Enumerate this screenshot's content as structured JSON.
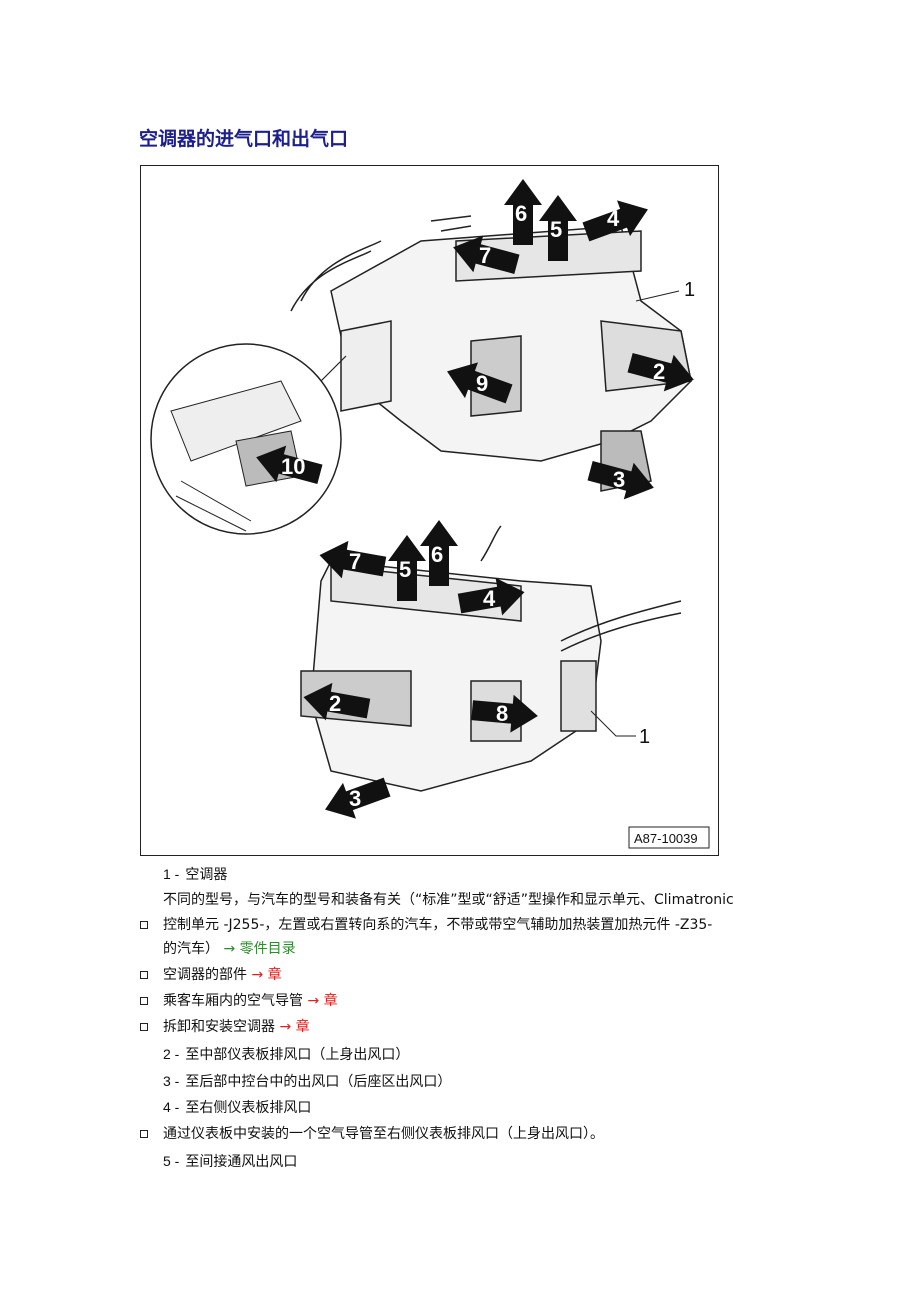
{
  "title": "空调器的进气口和出气口",
  "figure": {
    "code": "A87-10039",
    "top_unit": {
      "arrow_6": "6",
      "arrow_5": "5",
      "arrow_4": "4",
      "arrow_7": "7",
      "callout_1": "1",
      "arrow_2": "2",
      "arrow_9": "9",
      "arrow_10": "10",
      "arrow_3": "3"
    },
    "bottom_unit": {
      "arrow_7": "7",
      "arrow_5": "5",
      "arrow_6": "6",
      "arrow_4": "4",
      "arrow_2": "2",
      "arrow_8": "8",
      "callout_1": "1",
      "arrow_3": "3"
    }
  },
  "items": [
    {
      "num": "1 -",
      "text": "空调器"
    },
    {
      "line1": "不同的型号，与汽车的型号和装备有关（“标准”型或“舒适”型操作和显示单元、Climatronic",
      "line2": "控制单元 -J255-，左置或右置转向系的汽车，不带或带空气辅助加热装置加热元件 -Z35-",
      "line3": "的汽车）",
      "link": "→ 零件目录"
    },
    {
      "text": "空调器的部件",
      "link": "→ 章"
    },
    {
      "text": "乘客车厢内的空气导管",
      "link": "→ 章"
    },
    {
      "text": "拆卸和安装空调器",
      "link": "→ 章"
    },
    {
      "num": "2 -",
      "text": "至中部仪表板排风口（上身出风口）"
    },
    {
      "num": "3 -",
      "text": "至后部中控台中的出风口（后座区出风口）"
    },
    {
      "num": "4 -",
      "text": "至右侧仪表板排风口"
    },
    {
      "text": "通过仪表板中安装的一个空气导管至右侧仪表板排风口（上身出风口）。"
    },
    {
      "num": "5 -",
      "text": "至间接通风出风口"
    }
  ]
}
